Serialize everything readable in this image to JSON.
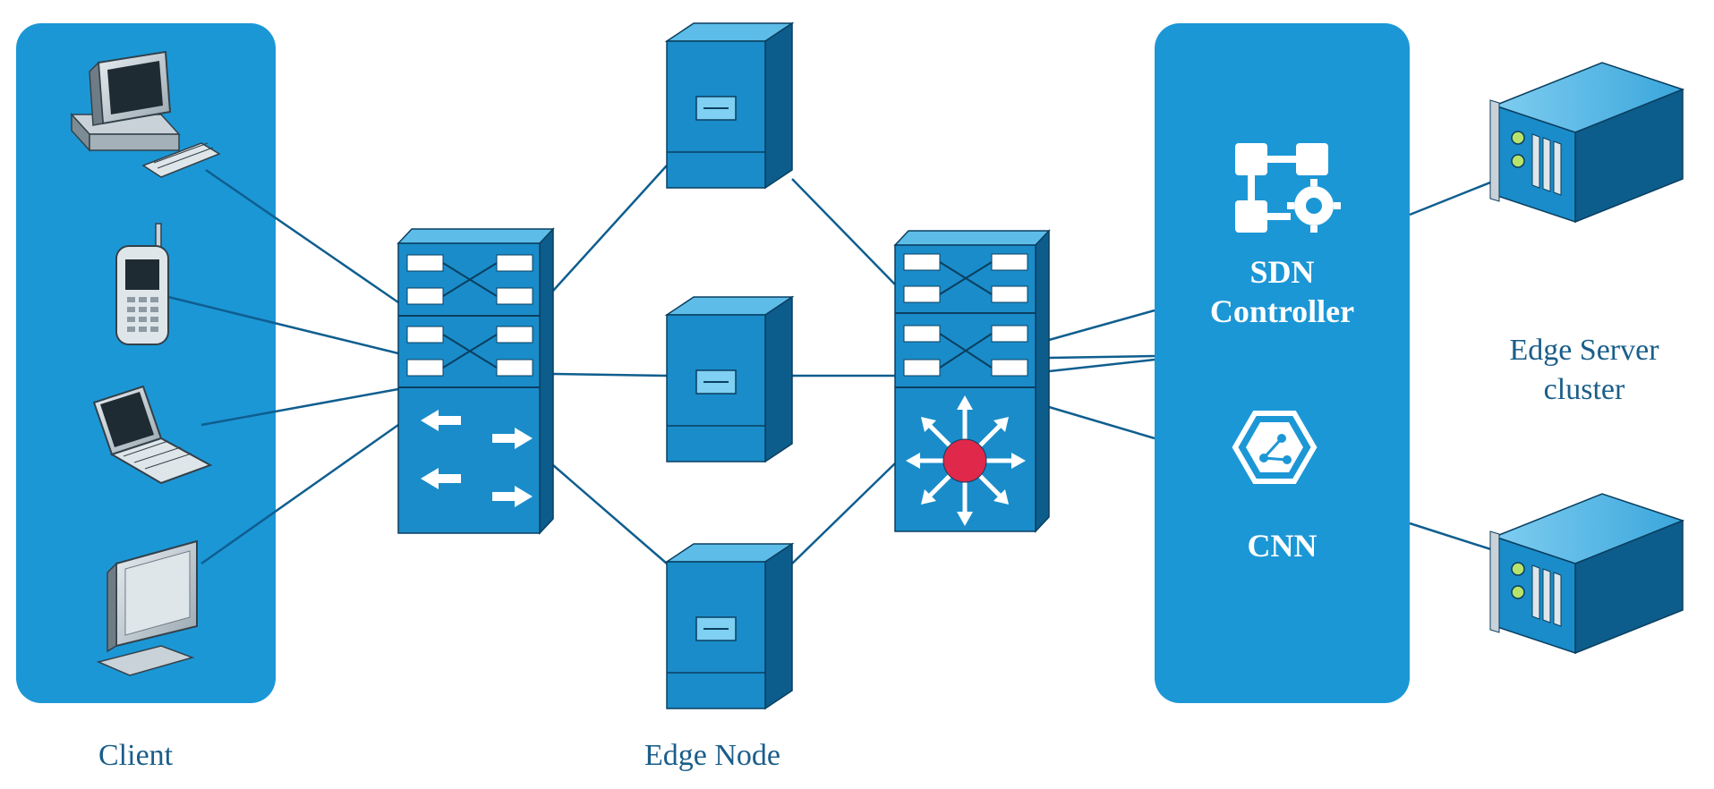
{
  "labels": {
    "client": "Client",
    "edge_node": "Edge Node",
    "sdn_line1": "SDN",
    "sdn_line2": "Controller",
    "cnn": "CNN",
    "edge_server_line1": "Edge Server",
    "edge_server_line2": "cluster"
  },
  "colors": {
    "panel": "#1c97d6",
    "device_front": "#1a8cc9",
    "device_top": "#5dbde8",
    "device_side": "#0d5d8c",
    "link": "#0f5e8f",
    "label": "#1a5e8a",
    "hub": "#e0284a"
  },
  "icons": {
    "client_devices": [
      "desktop-computer-icon",
      "mobile-phone-icon",
      "laptop-icon",
      "monitor-icon"
    ],
    "access_switch": "layer2-switch-icon",
    "core_switch": "layer3-switch-icon",
    "edge_nodes": [
      "edge-server-icon",
      "edge-server-icon",
      "edge-server-icon"
    ],
    "controller": "sdn-controller-icon",
    "cnn": "cnn-hexagon-icon",
    "servers": [
      "rack-server-icon",
      "rack-server-icon"
    ]
  }
}
